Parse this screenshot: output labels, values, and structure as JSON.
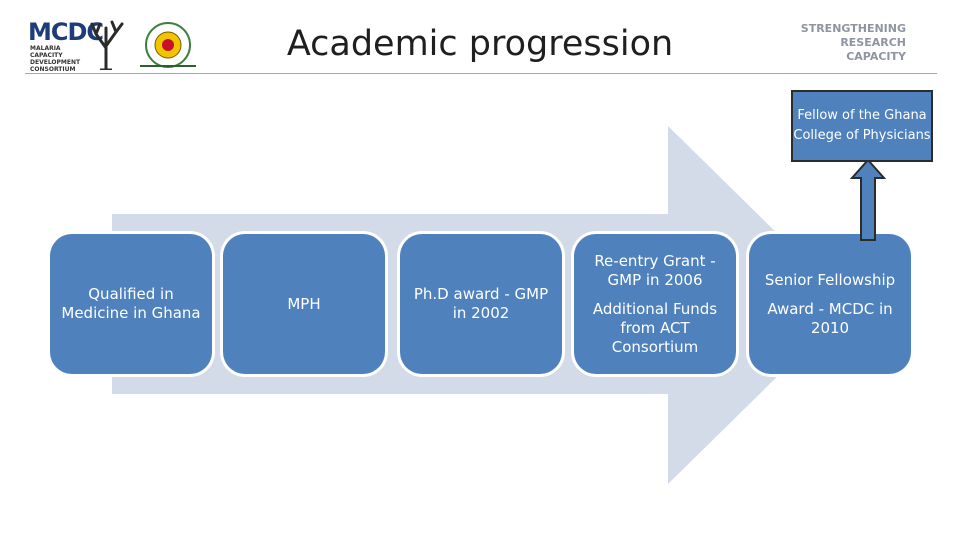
{
  "slide": {
    "title": "Academic progression",
    "logos": {
      "mcdc_letters": "MCDC",
      "mcdc_subtitle": "MALARIA CAPACITY DEVELOPMENT CONSORTIUM",
      "strengthening_lines": [
        "STRENGTHENING",
        "RESEARCH",
        "CAPACITY"
      ]
    }
  },
  "diagram": {
    "stages": [
      {
        "lines": [
          "Qualified in Medicine in Ghana"
        ]
      },
      {
        "lines": [
          "MPH"
        ]
      },
      {
        "lines": [
          "Ph.D  award - GMP in 2002"
        ]
      },
      {
        "lines": [
          "Re-entry Grant - GMP  in 2006",
          "Additional Funds from ACT Consortium"
        ]
      },
      {
        "lines": [
          "Senior Fellowship",
          "Award - MCDC in 2010"
        ]
      }
    ],
    "top_box": "Fellow of the Ghana College of Physicians"
  },
  "colors": {
    "stage_fill": "#4f81bd",
    "arrow_fill": "#d3dbe8",
    "title_text": "#1f1f1f"
  }
}
